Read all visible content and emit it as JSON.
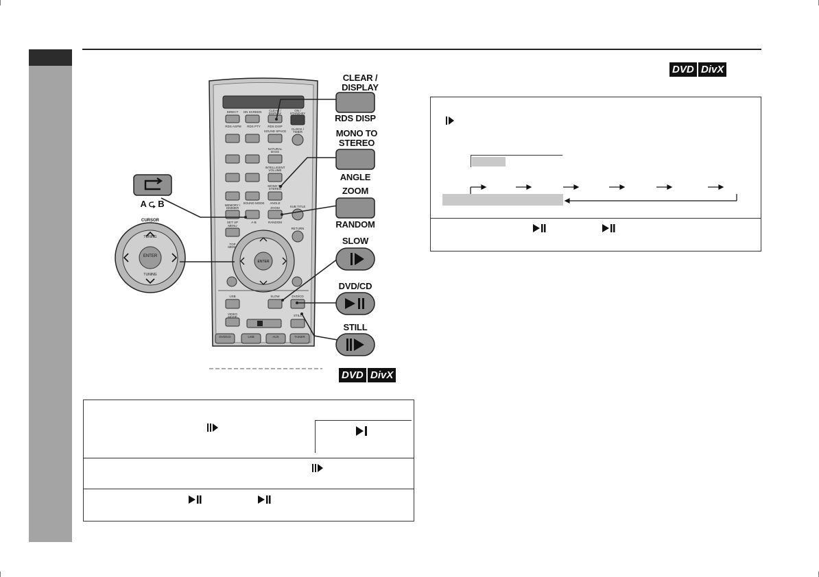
{
  "remote": {
    "labels": {
      "clear_display": "CLEAR / DISPLAY",
      "rds_disp": "RDS DISP",
      "mono_to_stereo": "MONO TO STEREO",
      "angle": "ANGLE",
      "zoom": "ZOOM",
      "random": "RANDOM",
      "slow": "SLOW",
      "dvd_cd": "DVD/CD",
      "still": "STILL",
      "a_b": "A ⮎ B",
      "cursor": "CURSOR",
      "tuning": "TUNING",
      "enter": "ENTER"
    },
    "small_labels": {
      "direct": "DIRECT",
      "on_screen": "ON SCREEN",
      "clear_display": "CLEAR / DISPLAY",
      "on_standby": "ON / STAND-BY",
      "rds_asps": "RDS ASPM",
      "rds_pty": "RDS PTY",
      "rds_disp": "RDS DISP",
      "sound_space": "SOUND SPACE",
      "clock_timer": "CLOCK / TIMER",
      "natural_bass": "NATURAL BASS",
      "intelligent_volume": "INTELLIGENT VOLUME",
      "mono_to_stereo": "MONO TO STEREO",
      "angle": "ANGLE",
      "memory_dimmer": "MEMORY / DIMMER",
      "sound_mode": "SOUND MODE",
      "zoom": "ZOOM",
      "sub_title": "SUB TITLE",
      "set_up": "SET UP",
      "a_b": "A-B",
      "random": "RANDOM",
      "menu": "MENU",
      "return": "RETURN",
      "top_menu": "TOP MENU",
      "tuning": "TUNING",
      "enter": "ENTER",
      "usb": "USB",
      "slow": "SLOW",
      "dvd_cd": "DVD/CD",
      "video_mode": "VIDEO MODE",
      "still": "STILL",
      "dvd_cd_bottom": "DVD/CD",
      "usb_bottom": "USB",
      "aux": "AUX",
      "tuner": "TUNER"
    }
  },
  "badges": {
    "dvd": "DVD",
    "divx": "DivX"
  }
}
